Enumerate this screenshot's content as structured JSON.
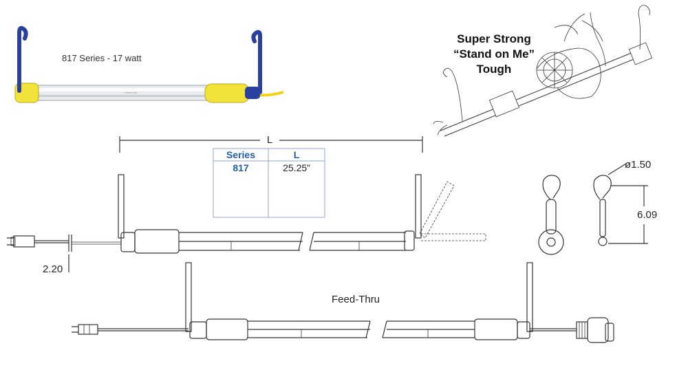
{
  "product_photo": {
    "caption": "817 Series - 17 watt",
    "colors": {
      "hook": "#2b3f9e",
      "end_cap": "#f2e23a",
      "cord": "#f4d21a",
      "tube": "#e8ecef"
    }
  },
  "tough_callout": {
    "line1": "Super Strong",
    "line2": "“Stand on Me”",
    "line3": "Tough"
  },
  "dimensions": {
    "length_label": "L",
    "plug_offset": "2.20",
    "hook_diameter": "ø1.50",
    "hook_height": "6.09"
  },
  "spec_table": {
    "headers": [
      "Series",
      "L"
    ],
    "rows": [
      [
        "817",
        "25.25”"
      ]
    ],
    "border_color": "#8fa6d6",
    "header_color": "#1f5fb0"
  },
  "feed_thru_label": "Feed-Thru"
}
